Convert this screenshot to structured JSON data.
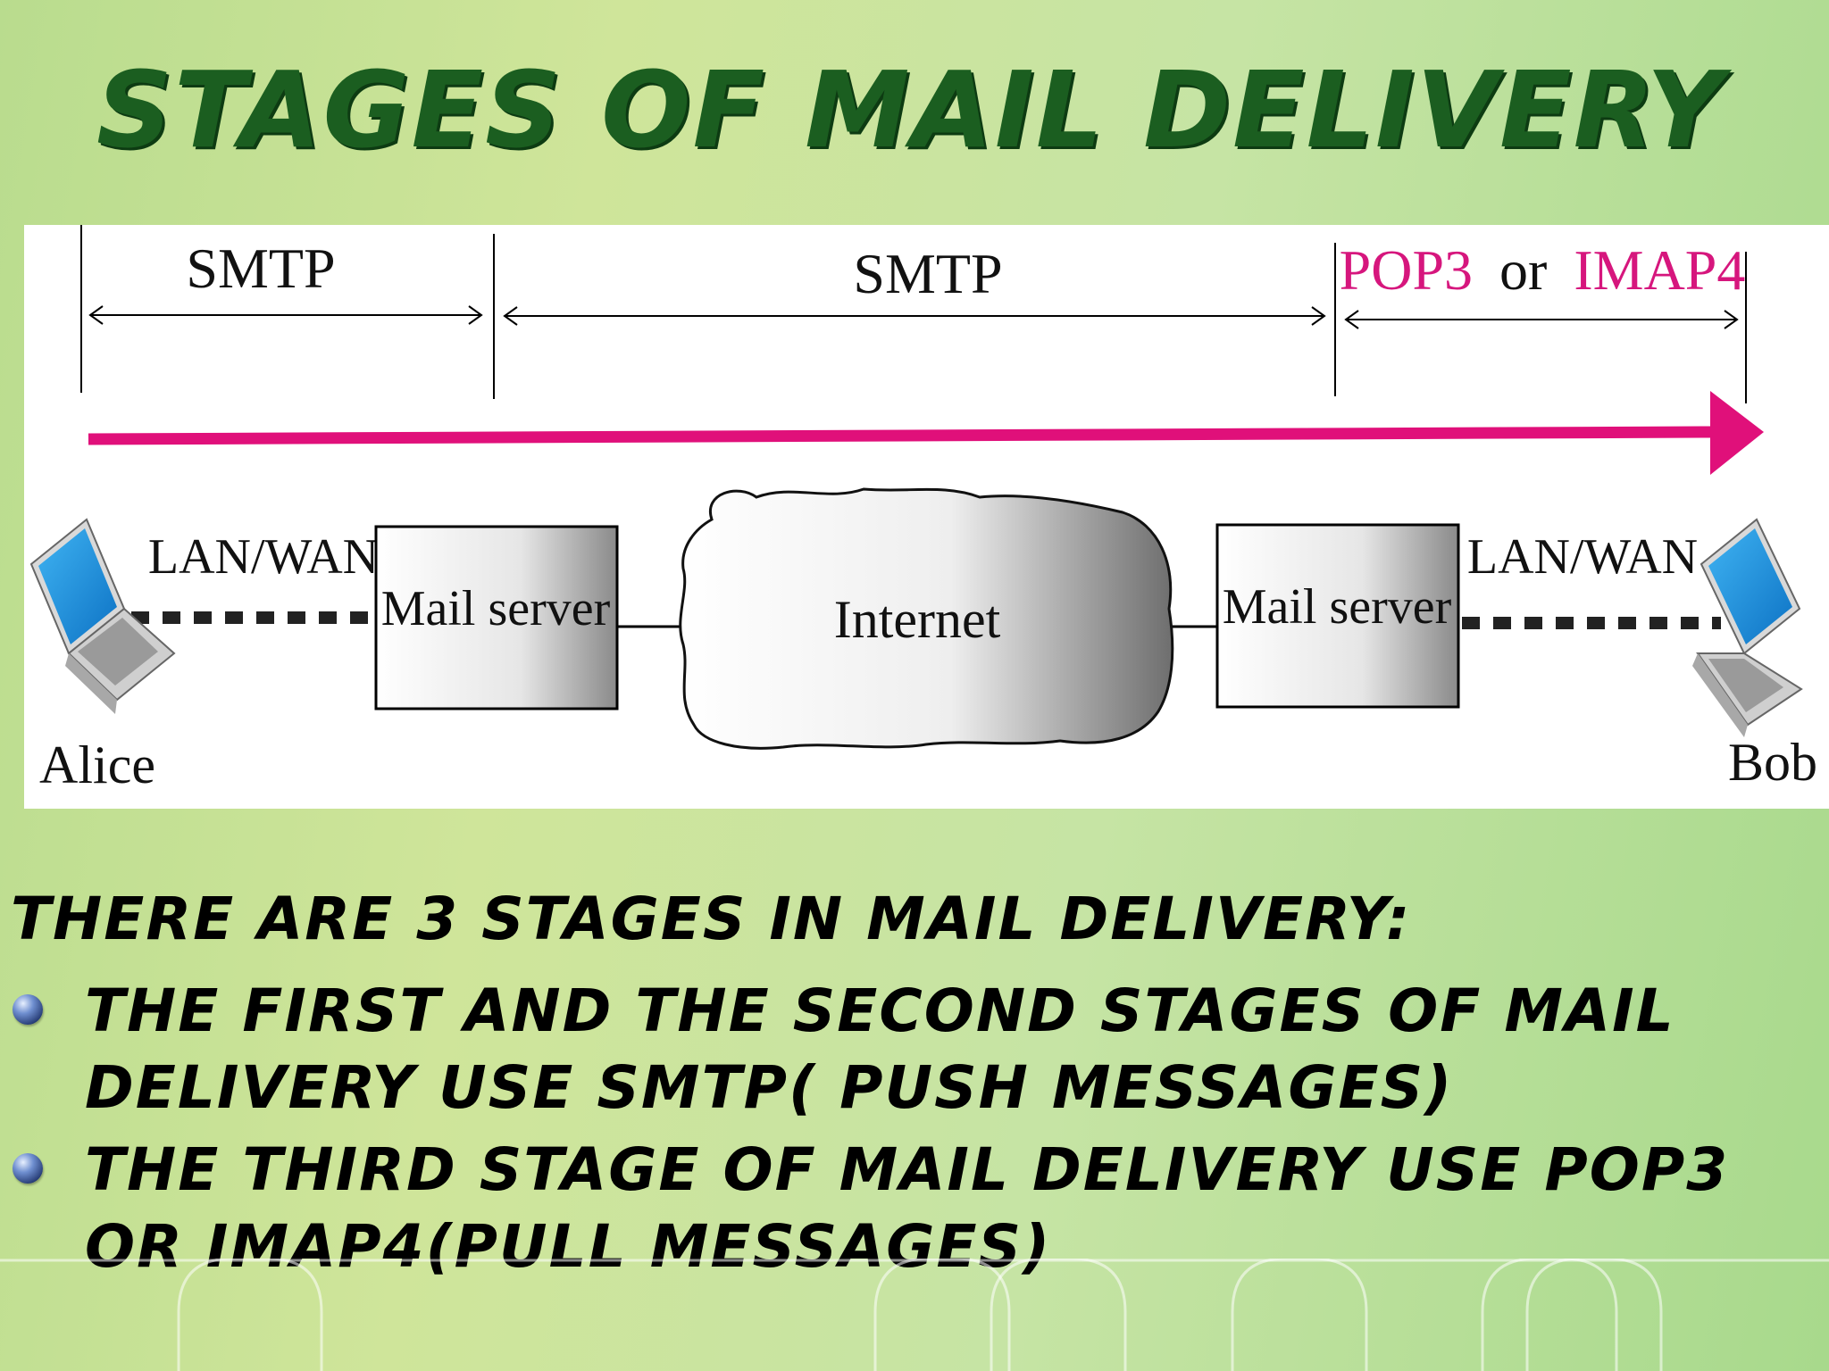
{
  "title": "Stages of Mail Delivery",
  "diagram": {
    "protocol_labels": [
      "SMTP",
      "SMTP"
    ],
    "pop3": "POP3",
    "or": "or",
    "imap4": "IMAP4",
    "lan_wan_left": "LAN/WAN",
    "lan_wan_right": "LAN/WAN",
    "mail_server_left": "Mail server",
    "mail_server_right": "Mail server",
    "internet": "Internet",
    "alice": "Alice",
    "bob": "Bob",
    "colors": {
      "arrow": "#e0107a",
      "pop_imap": "#d6167d"
    }
  },
  "body": {
    "intro": "There are 3 stages in mail delivery:",
    "bullets": [
      "The first and the second stages of mail delivery use SMTP( push messages)",
      "The third stage of mail delivery use POP3 or IMAP4(pull messages)"
    ]
  }
}
